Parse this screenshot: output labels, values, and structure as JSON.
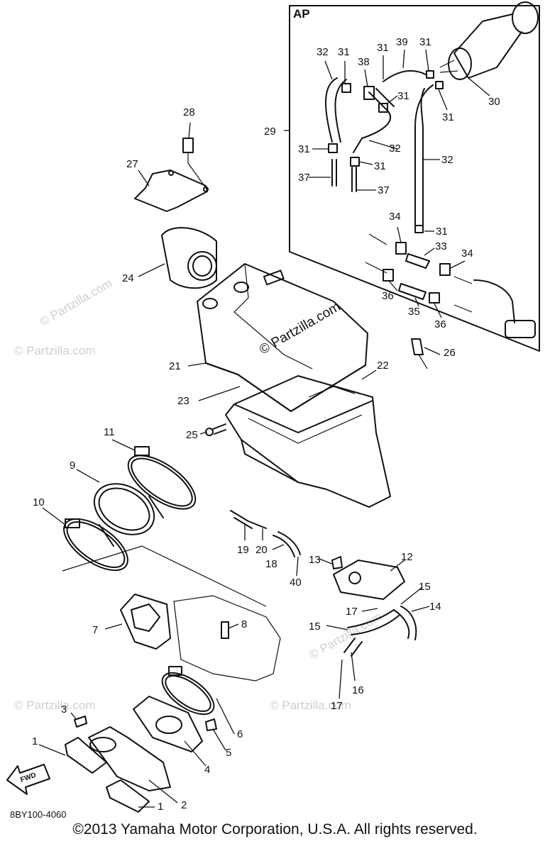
{
  "diagram": {
    "inset_label": "AP",
    "diagram_code": "8BY100-4060",
    "copyright": "©2013 Yamaha Motor Corporation, U.S.A. All rights reserved.",
    "watermark": "© Partzilla.com",
    "callouts": [
      "1",
      "1",
      "2",
      "3",
      "4",
      "5",
      "6",
      "7",
      "8",
      "9",
      "10",
      "11",
      "12",
      "13",
      "14",
      "15",
      "15",
      "16",
      "17",
      "17",
      "18",
      "19",
      "20",
      "21",
      "22",
      "23",
      "24",
      "25",
      "26",
      "27",
      "28",
      "29",
      "30",
      "31",
      "31",
      "31",
      "31",
      "31",
      "31",
      "31",
      "31",
      "32",
      "32",
      "32",
      "33",
      "34",
      "34",
      "35",
      "36",
      "36",
      "37",
      "37",
      "38",
      "39",
      "40"
    ]
  }
}
